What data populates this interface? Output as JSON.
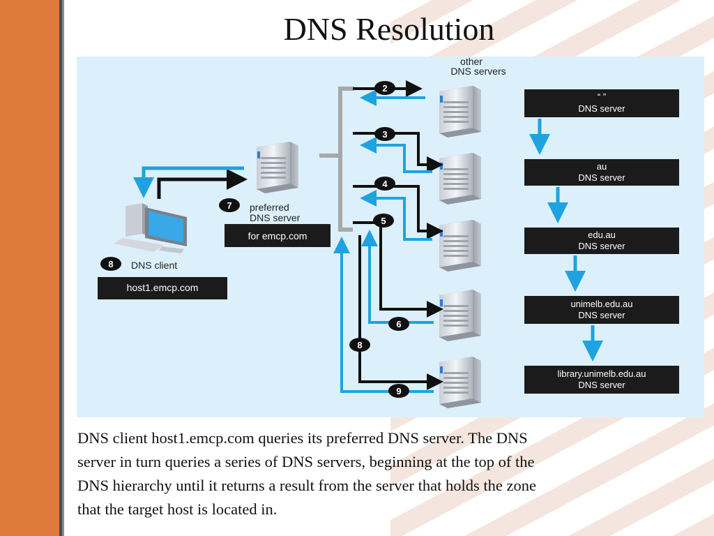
{
  "slide": {
    "title": "DNS Resolution",
    "caption_lines": [
      "DNS client host1.emcp.com queries its preferred DNS server. The DNS",
      "server in turn queries a series of DNS servers, beginning at the top of the",
      "DNS hierarchy until it returns a result from the server that holds the zone",
      "that the target host is located in."
    ]
  },
  "diagram": {
    "other_servers_label": [
      "other",
      "DNS servers"
    ],
    "client": {
      "step": "8",
      "label": "DNS client",
      "host": "host1.emcp.com"
    },
    "preferred": {
      "step": "7",
      "label": [
        "preferred",
        "DNS server"
      ],
      "zone": "for emcp.com"
    },
    "steps": [
      "2",
      "3",
      "4",
      "5",
      "6",
      "8",
      "9"
    ],
    "hierarchy": [
      {
        "line1": "“    ”",
        "line2": "DNS server"
      },
      {
        "line1": "au",
        "line2": "DNS server"
      },
      {
        "line1": "edu.au",
        "line2": "DNS server"
      },
      {
        "line1": "unimelb.edu.au",
        "line2": "DNS server"
      },
      {
        "line1": "library.unimelb.edu.au",
        "line2": "DNS server"
      }
    ],
    "colors": {
      "diagram_bg": "#dcf0fb",
      "query_arrow": "#111111",
      "response_arrow": "#1ea3e0",
      "label_box": "#1b1b1b",
      "bracket": "#a8a8a8",
      "accent_band": "#e07a3c"
    }
  }
}
